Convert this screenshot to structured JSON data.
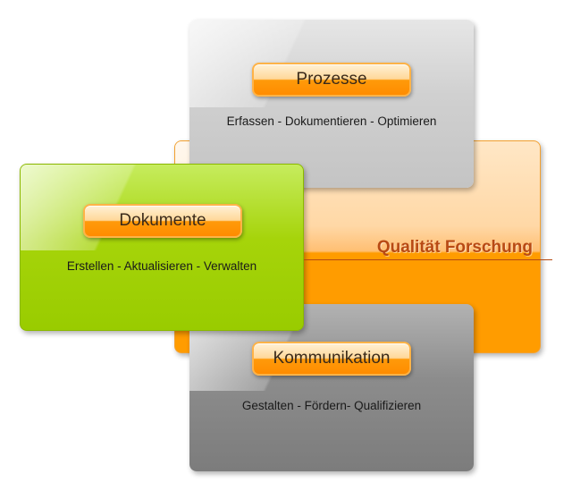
{
  "center": {
    "title": "Qualität Forschung"
  },
  "top": {
    "label": "Prozesse",
    "caption": "Erfassen - Dokumentieren - Optimieren"
  },
  "left": {
    "label": "Dokumente",
    "caption": "Erstellen - Aktualisieren - Verwalten"
  },
  "bottom": {
    "label": "Kommunikation",
    "caption": "Gestalten - Fördern- Qualifizieren"
  },
  "colors": {
    "orange": "#ff9c00",
    "green": "#99cc00",
    "grey_light": "#c4c4c4",
    "grey_dark": "#7c7c7c",
    "title": "#b84a14"
  }
}
